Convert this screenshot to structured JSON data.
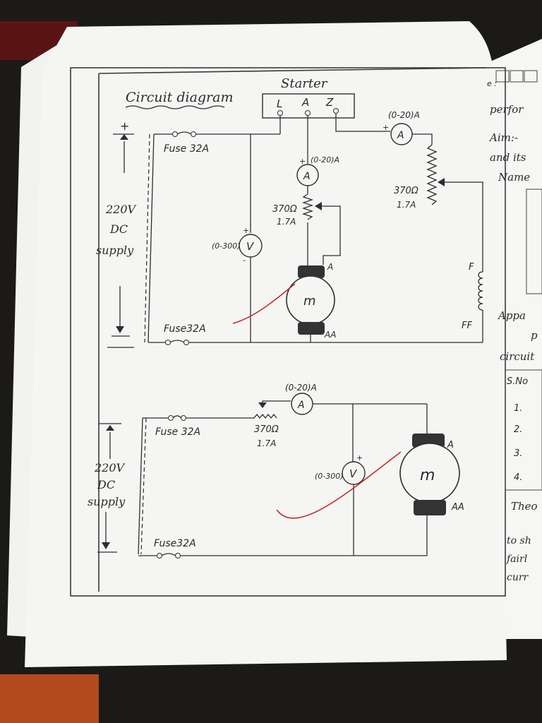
{
  "diagram1": {
    "title": "Circuit diagram",
    "starter": {
      "title": "Starter",
      "terminals": [
        "L",
        "A",
        "Z"
      ]
    },
    "supply": {
      "plus": "+",
      "voltage": "220V",
      "type": "DC",
      "label": "supply"
    },
    "fuse_top": "Fuse 32A",
    "fuse_bottom": "Fuse32A",
    "ammeter_field": {
      "range": "(0-20)A",
      "symbol": "A",
      "plus": "+"
    },
    "ammeter_armature": {
      "range": "(0-20)A",
      "symbol": "A",
      "plus": "+"
    },
    "rheostat_armature": {
      "value": "370Ω",
      "current": "1.7A"
    },
    "rheostat_field": {
      "value": "370Ω",
      "current": "1.7A"
    },
    "voltmeter": {
      "range": "(0-300)",
      "symbol": "V",
      "plus": "+",
      "minus": "-"
    },
    "motor": {
      "symbol": "m",
      "top": "A",
      "bottom": "AA"
    },
    "field": {
      "top": "F",
      "bottom": "FF"
    }
  },
  "diagram2": {
    "supply": {
      "voltage": "220V",
      "type": "DC",
      "label": "supply"
    },
    "fuse_top": "Fuse 32A",
    "fuse_bottom": "Fuse32A",
    "ammeter": {
      "range": "(0-20)A",
      "symbol": "A"
    },
    "rheostat": {
      "value": "370Ω",
      "current": "1.7A"
    },
    "voltmeter": {
      "range": "(0-300)",
      "symbol": "V",
      "plus": "+"
    },
    "motor": {
      "symbol": "m",
      "top": "A",
      "bottom": "AA"
    }
  },
  "right_page": {
    "lines": [
      "perfor",
      "Aim:-",
      "and its",
      "Name",
      "Appa",
      "p",
      "circuit",
      "S.No",
      "1.",
      "2.",
      "3.",
      "4.",
      "Theo",
      "to sh",
      "fairl",
      "curr"
    ],
    "date_label": "e :"
  },
  "colors": {
    "paper": "#f4f4f2",
    "ink": "#2a2a2a",
    "red_ink": "#c42a2a",
    "background": "#1c1a18"
  }
}
